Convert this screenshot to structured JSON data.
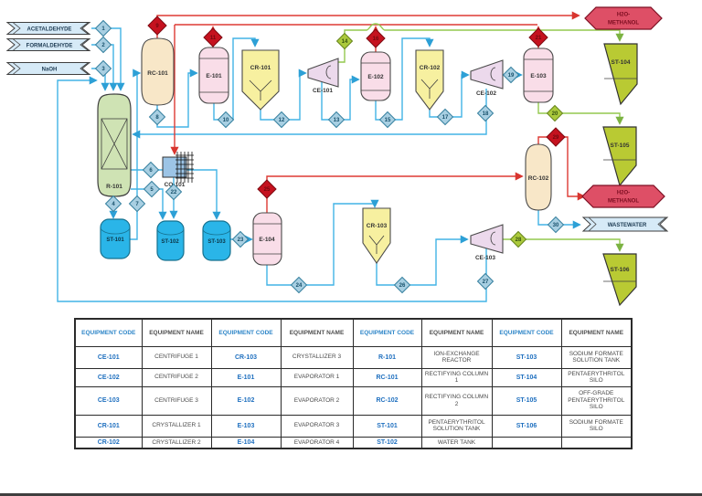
{
  "banners": {
    "feed_acetaldehyde": "ACETALDEHYDE",
    "feed_formaldehyde": "FORMALDEHYDE",
    "feed_naoh": "NaOH",
    "h2o_methanol_top_l1": "H2O-",
    "h2o_methanol_top_l2": "METHANOL",
    "h2o_methanol_mid_l1": "H2O-",
    "h2o_methanol_mid_l2": "METHANOL",
    "wastewater": "WASTEWATER"
  },
  "equipment": {
    "r101": "R-101",
    "rc101": "RC-101",
    "rc102": "RC-102",
    "e101": "E-101",
    "e102": "E-102",
    "e103": "E-103",
    "e104": "E-104",
    "cr101": "CR-101",
    "cr102": "CR-102",
    "cr103": "CR-103",
    "ce101": "CE-101",
    "ce102": "CE-102",
    "ce103": "CE-103",
    "co101": "CO-101",
    "st101": "ST-101",
    "st102": "ST-102",
    "st103": "ST-103",
    "st104": "ST-104",
    "st105": "ST-105",
    "st106": "ST-106"
  },
  "streams": {
    "s1": "1",
    "s2": "2",
    "s3": "3",
    "s4": "4",
    "s5": "5",
    "s6": "6",
    "s7": "7",
    "s8": "8",
    "s9": "9",
    "s10": "10",
    "s11": "11",
    "s12": "12",
    "s13": "13",
    "s14": "14",
    "s15": "15",
    "s16": "16",
    "s17": "17",
    "s18": "18",
    "s19": "19",
    "s20": "20",
    "s21": "21",
    "s22": "22",
    "s23": "23",
    "s24": "24",
    "s25": "25",
    "s26": "26",
    "s27": "27",
    "s28": "28",
    "s29": "29",
    "s30": "30"
  },
  "colors": {
    "line_blue": "#42b3e5",
    "line_red": "#dd3a33",
    "line_green": "#94c94f",
    "diamond_blue": "#a8cfe2",
    "diamond_red": "#c5121f",
    "diamond_green": "#abc93c",
    "reactor_green": "#cfe3b4",
    "column_tan": "#f8e7c8",
    "vessel_pink": "#f9dde8",
    "crystallizer_yellow": "#f7f0a0",
    "centrifuge_mauve": "#ecd9ec",
    "tank_blue": "#2ab5e8",
    "silo_green": "#b9ca33",
    "banner_blue": "#d6eaf7",
    "banner_red": "#de4f66",
    "code_text_blue": "#1e6fbe"
  },
  "table": {
    "code_header": "EQUIPMENT CODE",
    "name_header": "EQUIPMENT NAME",
    "rows": [
      [
        "CE-101",
        "CENTRIFUGE 1",
        "CR-103",
        "CRYSTALLIZER 3",
        "R-101",
        "ION-EXCHANGE REACTOR",
        "ST-103",
        "SODIUM FORMATE SOLUTION TANK"
      ],
      [
        "CE-102",
        "CENTRIFUGE 2",
        "E-101",
        "EVAPORATOR 1",
        "RC-101",
        "RECTIFYING COLUMN 1",
        "ST-104",
        "PENTAERYTHRITOL SILO"
      ],
      [
        "CE-103",
        "CENTRIFUGE 3",
        "E-102",
        "EVAPORATOR 2",
        "RC-102",
        "RECTIFYING COLUMN 2",
        "ST-105",
        "OFF-GRADE PENTAERYTHRITOL SILO"
      ],
      [
        "CR-101",
        "CRYSTALLIZER 1",
        "E-103",
        "EVAPORATOR 3",
        "ST-101",
        "PENTAERYTHRITOL SOLUTION TANK",
        "ST-106",
        "SODIUM FORMATE SILO"
      ],
      [
        "CR-102",
        "CRYSTALLIZER 2",
        "E-104",
        "EVAPORATOR 4",
        "ST-102",
        "WATER TANK",
        "",
        ""
      ]
    ]
  }
}
